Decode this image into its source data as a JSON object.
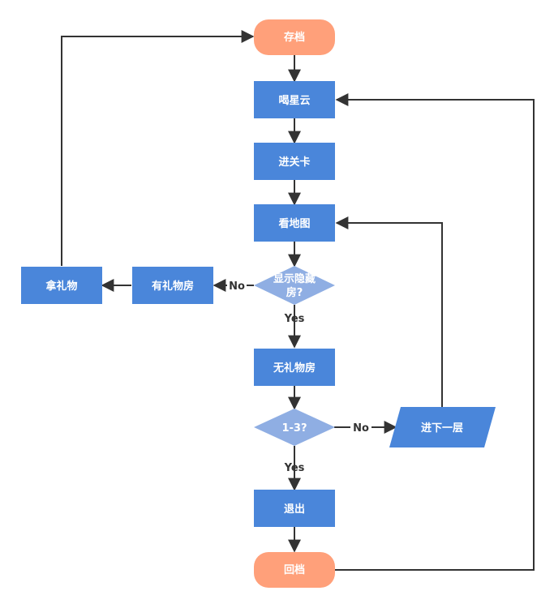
{
  "nodes": {
    "save": "存档",
    "drink_star": "喝星云",
    "enter_level": "进关卡",
    "view_map": "看地图",
    "hidden_room_q_line1": "显示隐藏",
    "hidden_room_q_line2": "房?",
    "has_gift_room": "有礼物房",
    "take_gift": "拿礼物",
    "no_gift_room": "无礼物房",
    "one_to_three_q": "1-3?",
    "next_floor": "进下一层",
    "exit": "退出",
    "load_save": "回档"
  },
  "edges": {
    "hidden_no": "No",
    "hidden_yes": "Yes",
    "level_no": "No",
    "level_yes": "Yes"
  },
  "colors": {
    "terminal": "#FFA07A",
    "process": "#4A86DA",
    "decision": "#8FAEE3",
    "line": "#333333"
  }
}
